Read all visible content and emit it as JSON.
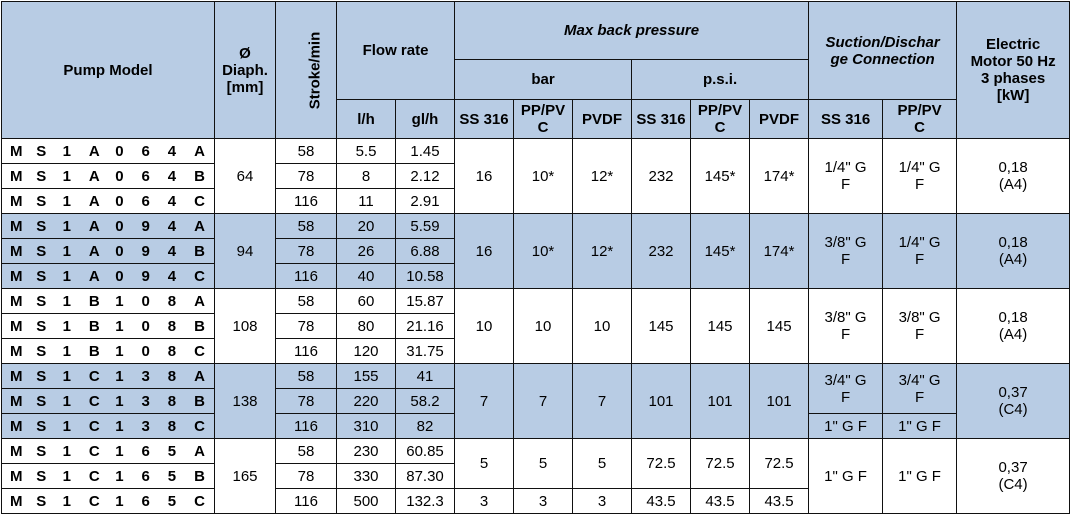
{
  "headers": {
    "pump_model": "Pump Model",
    "diaph": [
      "Ø",
      "Diaph.",
      "[mm]"
    ],
    "stroke": "Stroke/min",
    "flow_rate": "Flow rate",
    "flow_lh": "l/h",
    "flow_glh": "gl/h",
    "max_back_pressure": "Max back pressure",
    "bar": "bar",
    "psi": "p.s.i.",
    "ss316": "SS 316",
    "pppv": [
      "PP/PV",
      "C"
    ],
    "pvdf": "PVDF",
    "suction": [
      "Suction/Dischar",
      "ge Connection"
    ],
    "motor": [
      "Electric",
      "Motor 50 Hz",
      "3 phases",
      "[kW]"
    ]
  },
  "groups": [
    {
      "diaph": "64",
      "rows": [
        {
          "model": [
            "M",
            "S",
            "1",
            "A",
            "0",
            "6",
            "4",
            "A"
          ],
          "stroke": "58",
          "lh": "5.5",
          "glh": "1.45"
        },
        {
          "model": [
            "M",
            "S",
            "1",
            "A",
            "0",
            "6",
            "4",
            "B"
          ],
          "stroke": "78",
          "lh": "8",
          "glh": "2.12"
        },
        {
          "model": [
            "M",
            "S",
            "1",
            "A",
            "0",
            "6",
            "4",
            "C"
          ],
          "stroke": "116",
          "lh": "11",
          "glh": "2.91"
        }
      ],
      "bar": [
        "16",
        "10*",
        "12*"
      ],
      "psi": [
        "232",
        "145*",
        "174*"
      ],
      "conn": [
        "1/4\" G",
        "F",
        "1/4\" G",
        "F"
      ],
      "motor": [
        "0,18",
        "(A4)"
      ]
    },
    {
      "diaph": "94",
      "rows": [
        {
          "model": [
            "M",
            "S",
            "1",
            "A",
            "0",
            "9",
            "4",
            "A"
          ],
          "stroke": "58",
          "lh": "20",
          "glh": "5.59"
        },
        {
          "model": [
            "M",
            "S",
            "1",
            "A",
            "0",
            "9",
            "4",
            "B"
          ],
          "stroke": "78",
          "lh": "26",
          "glh": "6.88"
        },
        {
          "model": [
            "M",
            "S",
            "1",
            "A",
            "0",
            "9",
            "4",
            "C"
          ],
          "stroke": "116",
          "lh": "40",
          "glh": "10.58"
        }
      ],
      "bar": [
        "16",
        "10*",
        "12*"
      ],
      "psi": [
        "232",
        "145*",
        "174*"
      ],
      "conn": [
        "3/8\" G",
        "F",
        "1/4\" G",
        "F"
      ],
      "motor": [
        "0,18",
        "(A4)"
      ]
    },
    {
      "diaph": "108",
      "rows": [
        {
          "model": [
            "M",
            "S",
            "1",
            "B",
            "1",
            "0",
            "8",
            "A"
          ],
          "stroke": "58",
          "lh": "60",
          "glh": "15.87"
        },
        {
          "model": [
            "M",
            "S",
            "1",
            "B",
            "1",
            "0",
            "8",
            "B"
          ],
          "stroke": "78",
          "lh": "80",
          "glh": "21.16"
        },
        {
          "model": [
            "M",
            "S",
            "1",
            "B",
            "1",
            "0",
            "8",
            "C"
          ],
          "stroke": "116",
          "lh": "120",
          "glh": "31.75"
        }
      ],
      "bar": [
        "10",
        "10",
        "10"
      ],
      "psi": [
        "145",
        "145",
        "145"
      ],
      "conn": [
        "3/8\" G",
        "F",
        "3/8\" G",
        "F"
      ],
      "motor": [
        "0,18",
        "(A4)"
      ]
    },
    {
      "diaph": "138",
      "rows": [
        {
          "model": [
            "M",
            "S",
            "1",
            "C",
            "1",
            "3",
            "8",
            "A"
          ],
          "stroke": "58",
          "lh": "155",
          "glh": "41"
        },
        {
          "model": [
            "M",
            "S",
            "1",
            "C",
            "1",
            "3",
            "8",
            "B"
          ],
          "stroke": "78",
          "lh": "220",
          "glh": "58.2"
        },
        {
          "model": [
            "M",
            "S",
            "1",
            "C",
            "1",
            "3",
            "8",
            "C"
          ],
          "stroke": "116",
          "lh": "310",
          "glh": "82"
        }
      ],
      "bar": [
        "7",
        "7",
        "7"
      ],
      "psi": [
        "101",
        "101",
        "101"
      ],
      "conn": [
        "3/4\" G",
        "F",
        "3/4\" G",
        "F"
      ],
      "conn_c": [
        "1\" G F",
        "1\" G F"
      ],
      "motor": [
        "0,37",
        "(C4)"
      ]
    },
    {
      "diaph": "165",
      "rows": [
        {
          "model": [
            "M",
            "S",
            "1",
            "C",
            "1",
            "6",
            "5",
            "A"
          ],
          "stroke": "58",
          "lh": "230",
          "glh": "60.85"
        },
        {
          "model": [
            "M",
            "S",
            "1",
            "C",
            "1",
            "6",
            "5",
            "B"
          ],
          "stroke": "78",
          "lh": "330",
          "glh": "87.30"
        },
        {
          "model": [
            "M",
            "S",
            "1",
            "C",
            "1",
            "6",
            "5",
            "C"
          ],
          "stroke": "116",
          "lh": "500",
          "glh": "132.3"
        }
      ],
      "bar": [
        "5",
        "5",
        "5"
      ],
      "psi": [
        "72.5",
        "72.5",
        "72.5"
      ],
      "bar_c": [
        "3",
        "3",
        "3"
      ],
      "psi_c": [
        "43.5",
        "43.5",
        "43.5"
      ],
      "conn": [
        "1\" G F",
        "1\" G F"
      ],
      "motor": [
        "0,37",
        "(C4)"
      ]
    }
  ]
}
